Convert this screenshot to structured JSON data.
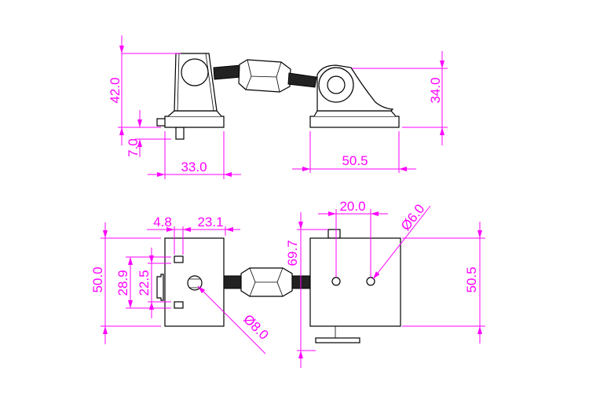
{
  "colors": {
    "dimension": "#ff00ff",
    "part": "#000000"
  },
  "side_view": {
    "height_left": "42.0",
    "pin_height": "7.0",
    "base_width_left": "33.0",
    "base_width_right": "50.5",
    "height_right": "34.0"
  },
  "top_view": {
    "width_left": "50.0",
    "slot_spacing_outer": "28.9",
    "slot_spacing_inner": "22.5",
    "slot_offset": "4.8",
    "hole_offset": "23.1",
    "hole_diameter_left": "Ø8.0",
    "overall_right": "69.7",
    "hole_spacing": "20.0",
    "hole_diameter_right": "Ø6.0",
    "width_right": "50.5"
  }
}
